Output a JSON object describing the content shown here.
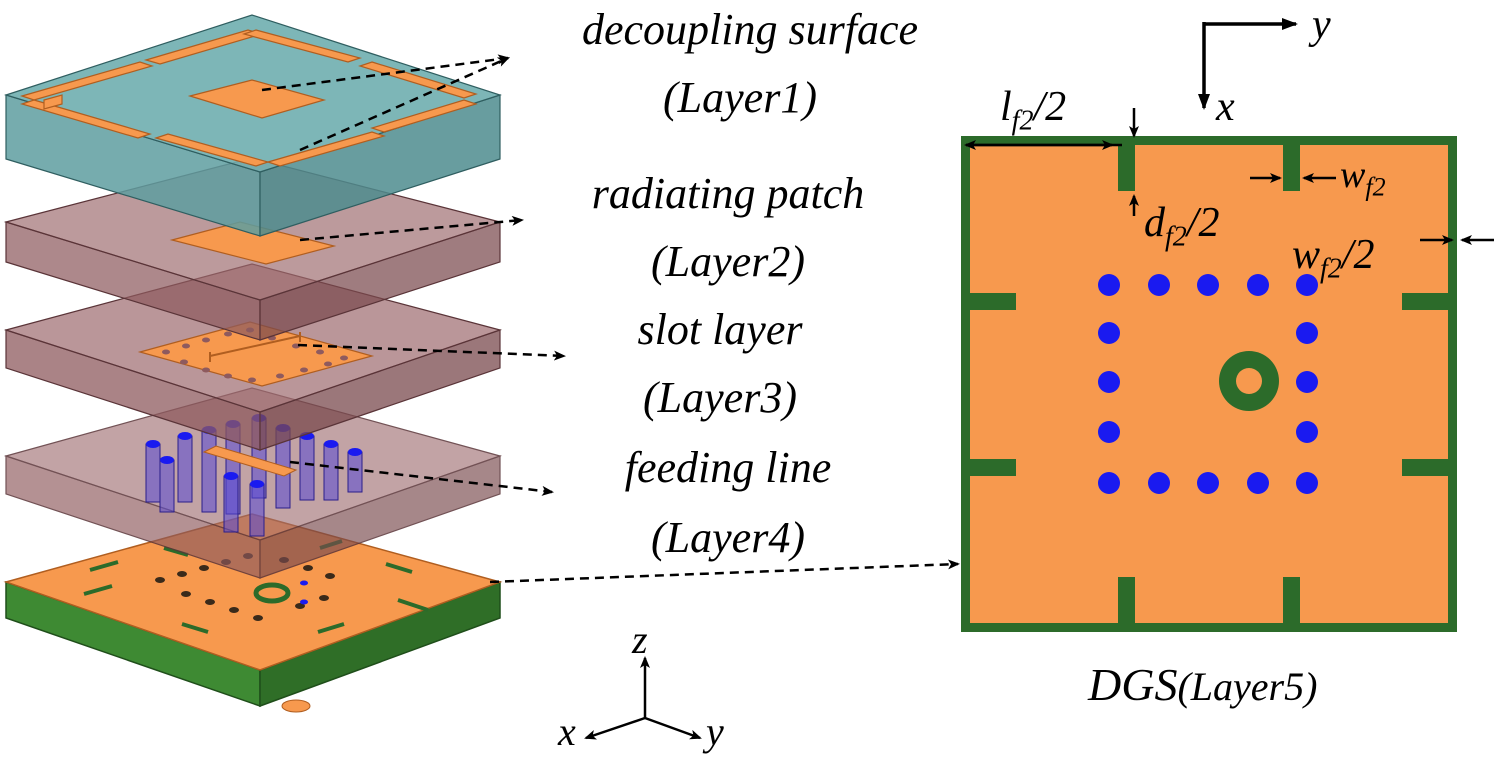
{
  "labels": {
    "layer1_name": "decoupling surface",
    "layer1_tag": "(Layer1)",
    "layer2_name": "radiating patch",
    "layer2_tag": "(Layer2)",
    "layer3_name": "slot layer",
    "layer3_tag": "(Layer3)",
    "layer4_name": "feeding line",
    "layer4_tag": "(Layer4)",
    "dgs_main": "DGS",
    "dgs_tag": "(Layer5)"
  },
  "axes_3d": {
    "z": "z",
    "x": "x",
    "y": "y"
  },
  "axes_2d": {
    "x": "x",
    "y": "y"
  },
  "dims": {
    "lf2": {
      "base": "l",
      "sub": "f2",
      "suffix": "/2"
    },
    "wf2": {
      "base": "w",
      "sub": "f2",
      "suffix": ""
    },
    "df2": {
      "base": "d",
      "sub": "f2",
      "suffix": "/2"
    },
    "wf2half": {
      "base": "w",
      "sub": "f2",
      "suffix": "/2"
    }
  },
  "colors": {
    "copper": "#F7994E",
    "teal_substrate": "#5E9EA0",
    "mauve_substrate": "#8E5A5E",
    "ground_green": "#2C6B2A",
    "via_blue": "#1A1AF0"
  },
  "via_grid": {
    "rows": 5,
    "cols": 5,
    "ring_only": true
  }
}
